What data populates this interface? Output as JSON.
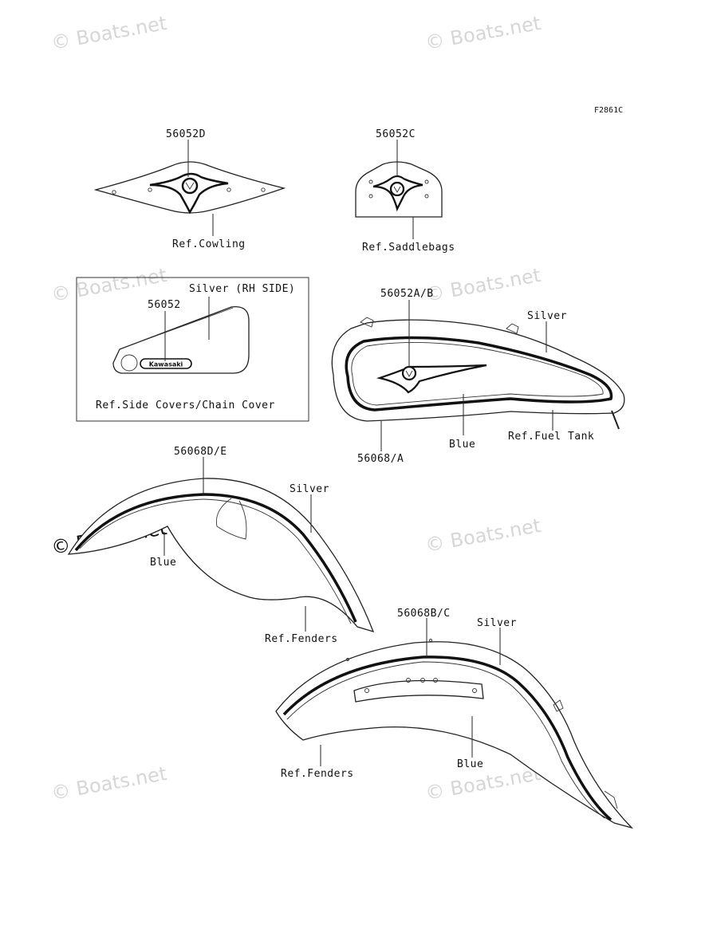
{
  "figure_code": "F2861C",
  "watermark": "© Boats.net",
  "labels": {
    "cowling_part": "56052D",
    "cowling_ref": "Ref.Cowling",
    "saddlebag_part": "56052C",
    "saddlebag_ref": "Ref.Saddlebags",
    "side_part": "56052",
    "side_color": "Silver (RH SIDE)",
    "side_ref": "Ref.Side Covers/Chain Cover",
    "side_emblem_text": "Kawasaki",
    "tank_part": "56052A/B",
    "tank_silver": "Silver",
    "tank_blue": "Blue",
    "tank_ref": "Ref.Fuel Tank",
    "tank_stripe_part": "56068/A",
    "front_fender_part": "56068D/E",
    "front_fender_silver": "Silver",
    "front_fender_blue": "Blue",
    "front_fender_ref": "Ref.Fenders",
    "rear_fender_part": "56068B/C",
    "rear_fender_silver": "Silver",
    "rear_fender_blue": "Blue",
    "rear_fender_ref": "Ref.Fenders"
  }
}
